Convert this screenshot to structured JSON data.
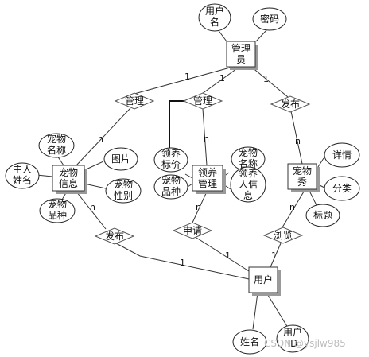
{
  "entities": {
    "admin": [
      "管理",
      "员"
    ],
    "pet_info": [
      "宠物",
      "信息"
    ],
    "adoption": [
      "领养",
      "管理"
    ],
    "pet_show": [
      "宠物",
      "秀"
    ],
    "user": [
      "用户"
    ]
  },
  "relationships": {
    "manage_pet": "管理",
    "manage_adoption": "管理",
    "publish_show": "发布",
    "publish_pet": "发布",
    "apply": "申请",
    "browse": "浏览"
  },
  "attributes": {
    "admin_username": [
      "用户",
      "名"
    ],
    "admin_password": [
      "密码"
    ],
    "pet_name": [
      "宠物",
      "名称"
    ],
    "owner_name": [
      "主人",
      "姓名"
    ],
    "pet_image": [
      "图片"
    ],
    "pet_gender": [
      "宠物",
      "性别"
    ],
    "pet_breed": [
      "宠物",
      "品种"
    ],
    "adopt_price": [
      "领养",
      "标价"
    ],
    "adopt_breed": [
      "宠物",
      "品种"
    ],
    "adopt_pet_name": [
      "宠物",
      "名称"
    ],
    "adopter_info": [
      "领养",
      "人信",
      "息"
    ],
    "show_details": [
      "详情"
    ],
    "show_category": [
      "分类"
    ],
    "show_title": [
      "标题"
    ],
    "user_name": [
      "姓名"
    ],
    "user_id": [
      "用户",
      "ID"
    ]
  },
  "cardinalities": {
    "admin_manage_pet": "1",
    "admin_manage_adoption": "1",
    "admin_publish": "1",
    "pet_manage": "n",
    "adoption_manage": "n",
    "show_publish": "n",
    "pet_publish": "n",
    "user_publish": "1",
    "adoption_apply": "n",
    "user_apply": "1",
    "show_browse": "n",
    "user_browse": "1"
  },
  "watermark": "CSDN @ysjlw985"
}
